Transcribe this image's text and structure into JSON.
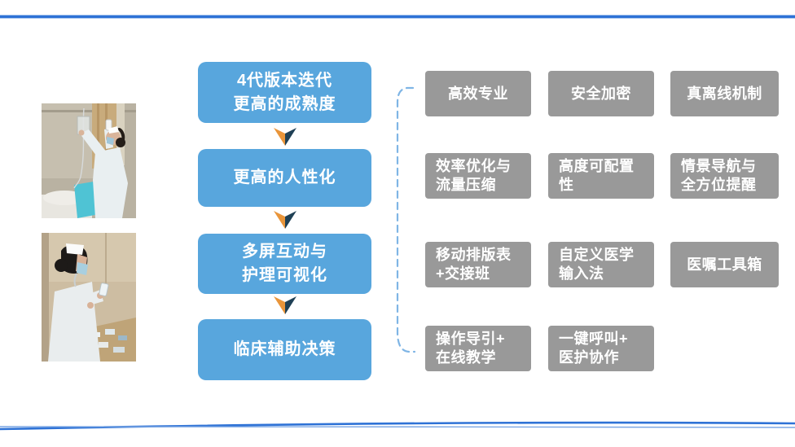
{
  "slide": {
    "flow_steps": [
      {
        "lines": [
          "4代版本迭代",
          "更高的成熟度"
        ]
      },
      {
        "lines": [
          "更高的人性化"
        ]
      },
      {
        "lines": [
          "多屏互动与",
          "护理可视化"
        ]
      },
      {
        "lines": [
          "临床辅助决策"
        ]
      }
    ],
    "features": [
      {
        "lines": [
          "高效专业"
        ]
      },
      {
        "lines": [
          "安全加密"
        ]
      },
      {
        "lines": [
          "真离线机制"
        ]
      },
      {
        "lines": [
          "效率优化与",
          "流量压缩"
        ]
      },
      {
        "lines": [
          "高度可配置",
          "性"
        ]
      },
      {
        "lines": [
          "情景导航与",
          "全方位提醒"
        ]
      },
      {
        "lines": [
          "移动排版表",
          "+交接班"
        ]
      },
      {
        "lines": [
          "自定义医学",
          "输入法"
        ]
      },
      {
        "lines": [
          "医嘱工具箱"
        ]
      },
      {
        "lines": [
          "操作导引+",
          "在线教学"
        ]
      },
      {
        "lines": [
          "一键呼叫+",
          "医护协作"
        ]
      }
    ],
    "photos": [
      {
        "label": "护士调整输液架照片"
      },
      {
        "label": "护士核对药品照片"
      }
    ],
    "colors": {
      "step_box_blue": "#58a6dd",
      "feature_box_gray": "#999999",
      "arrow_orange": "#e9953a",
      "arrow_navy": "#1f4055",
      "bracket_blue": "#7fb5e5",
      "rule_blue": "#2e72d6"
    }
  }
}
